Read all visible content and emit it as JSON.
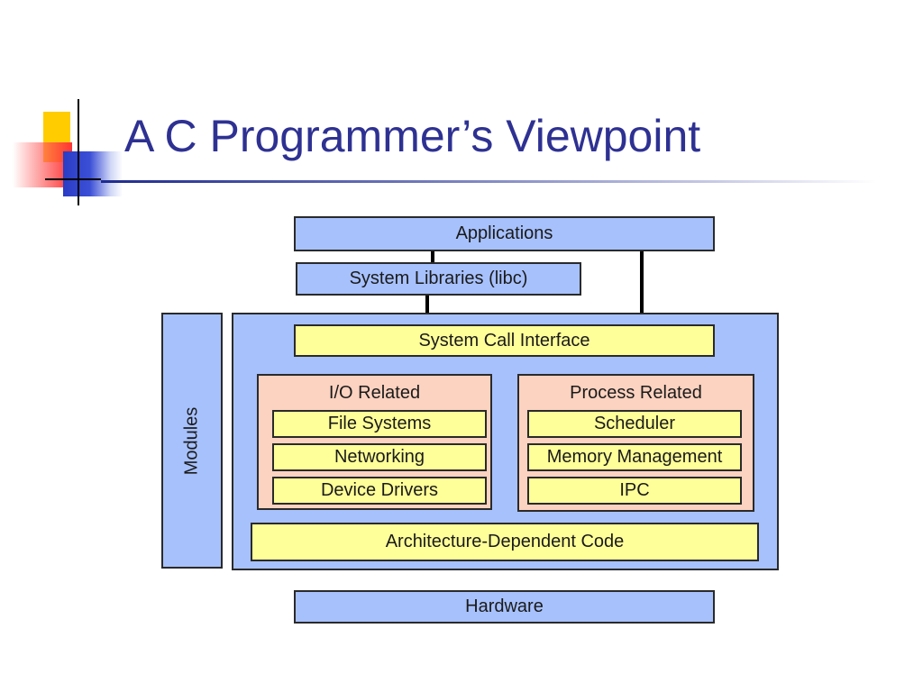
{
  "slide": {
    "title": "A C Programmer’s Viewpoint"
  },
  "diagram": {
    "applications": "Applications",
    "system_libraries": "System Libraries (libc)",
    "modules": "Modules",
    "system_call_interface": "System Call Interface",
    "io_related": {
      "title": "I/O Related",
      "items": [
        "File Systems",
        "Networking",
        "Device Drivers"
      ]
    },
    "process_related": {
      "title": "Process Related",
      "items": [
        "Scheduler",
        "Memory Management",
        "IPC"
      ]
    },
    "architecture_dependent_code": "Architecture-Dependent Code",
    "hardware": "Hardware"
  },
  "colors": {
    "title": "#2e3192",
    "blue_box": "#a7c1fd",
    "yellow_box": "#ffff99",
    "pink_box": "#fcd2c0"
  }
}
